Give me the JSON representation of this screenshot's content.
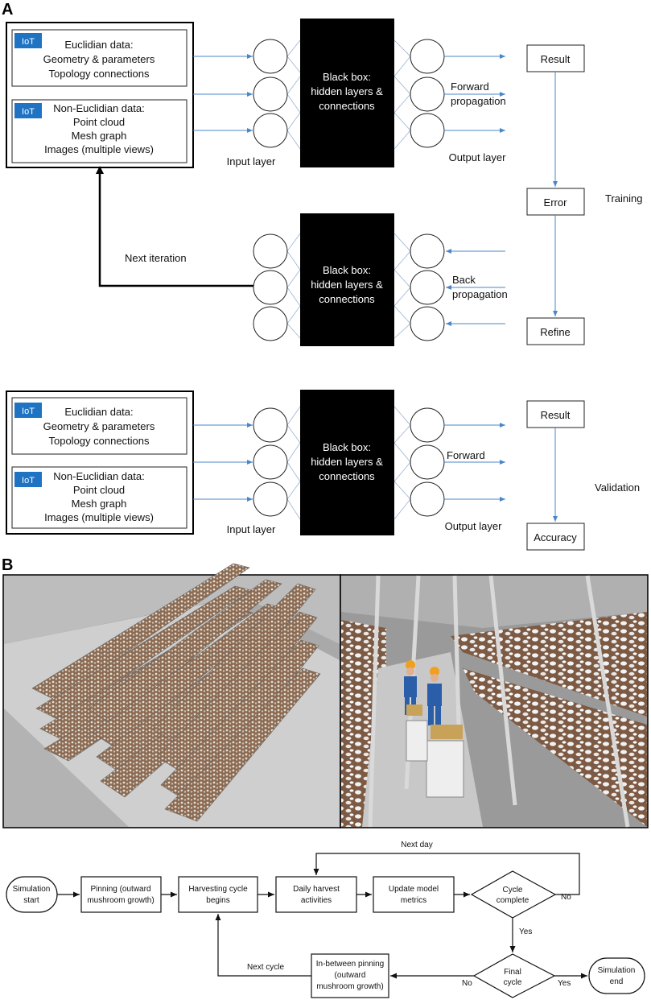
{
  "panel_a": {
    "label": "A",
    "training": {
      "input_block": {
        "euclidean": {
          "badge": "IoT",
          "lines": [
            "Euclidian data:",
            "Geometry & parameters",
            "Topology connections"
          ]
        },
        "non_euclidean": {
          "badge": "IoT",
          "lines": [
            "Non-Euclidian data:",
            "Point cloud",
            "Mesh graph",
            "Images (multiple views)"
          ]
        }
      },
      "forward_blackbox": [
        "Black box:",
        "hidden layers &",
        "connections"
      ],
      "input_layer_label": "Input layer",
      "output_layer_label": "Output layer",
      "forward_label": [
        "Forward",
        "propagation"
      ],
      "result": "Result",
      "error": "Error",
      "training_label": "Training",
      "next_iteration": "Next iteration",
      "backward_blackbox": [
        "Black box:",
        "hidden layers &",
        "connections"
      ],
      "back_label": [
        "Back",
        "propagation"
      ],
      "refine": "Refine"
    },
    "validation": {
      "input_block": {
        "euclidean": {
          "badge": "IoT",
          "lines": [
            "Euclidian data:",
            "Geometry & parameters",
            "Topology connections"
          ]
        },
        "non_euclidean": {
          "badge": "IoT",
          "lines": [
            "Non-Euclidian data:",
            "Point cloud",
            "Mesh graph",
            "Images (multiple views)"
          ]
        }
      },
      "blackbox": [
        "Black box:",
        "hidden layers &",
        "connections"
      ],
      "input_layer_label": "Input layer",
      "output_layer_label": "Output layer",
      "forward_label": "Forward",
      "result": "Result",
      "accuracy": "Accuracy",
      "validation_label": "Validation"
    },
    "colors": {
      "iot_badge": "#1f73c3",
      "blackbox": "#000000",
      "arrow": "#4a86c8",
      "connection": "#9bb3d4"
    }
  },
  "panel_b": {
    "label": "B",
    "images": {
      "left": "3D render of mushroom farm growing shelves",
      "right": "3D render of two workers harvesting mushrooms between shelves"
    },
    "flowchart": {
      "start": [
        "Simulation",
        "start"
      ],
      "pinning": [
        "Pinning (outward",
        "mushroom growth)"
      ],
      "harvest_begins": [
        "Harvesting cycle",
        "begins"
      ],
      "daily": [
        "Daily harvest",
        "activities"
      ],
      "update": [
        "Update model",
        "metrics"
      ],
      "cycle_complete": [
        "Cycle",
        "complete"
      ],
      "final_cycle": [
        "Final",
        "cycle"
      ],
      "between": [
        "In-between pinning",
        "(outward",
        "mushroom growth)"
      ],
      "end": [
        "Simulation",
        "end"
      ],
      "next_day": "Next day",
      "next_cycle": "Next cycle",
      "no_1": "No",
      "yes_1": "Yes",
      "no_2": "No",
      "yes_2": "Yes"
    }
  }
}
